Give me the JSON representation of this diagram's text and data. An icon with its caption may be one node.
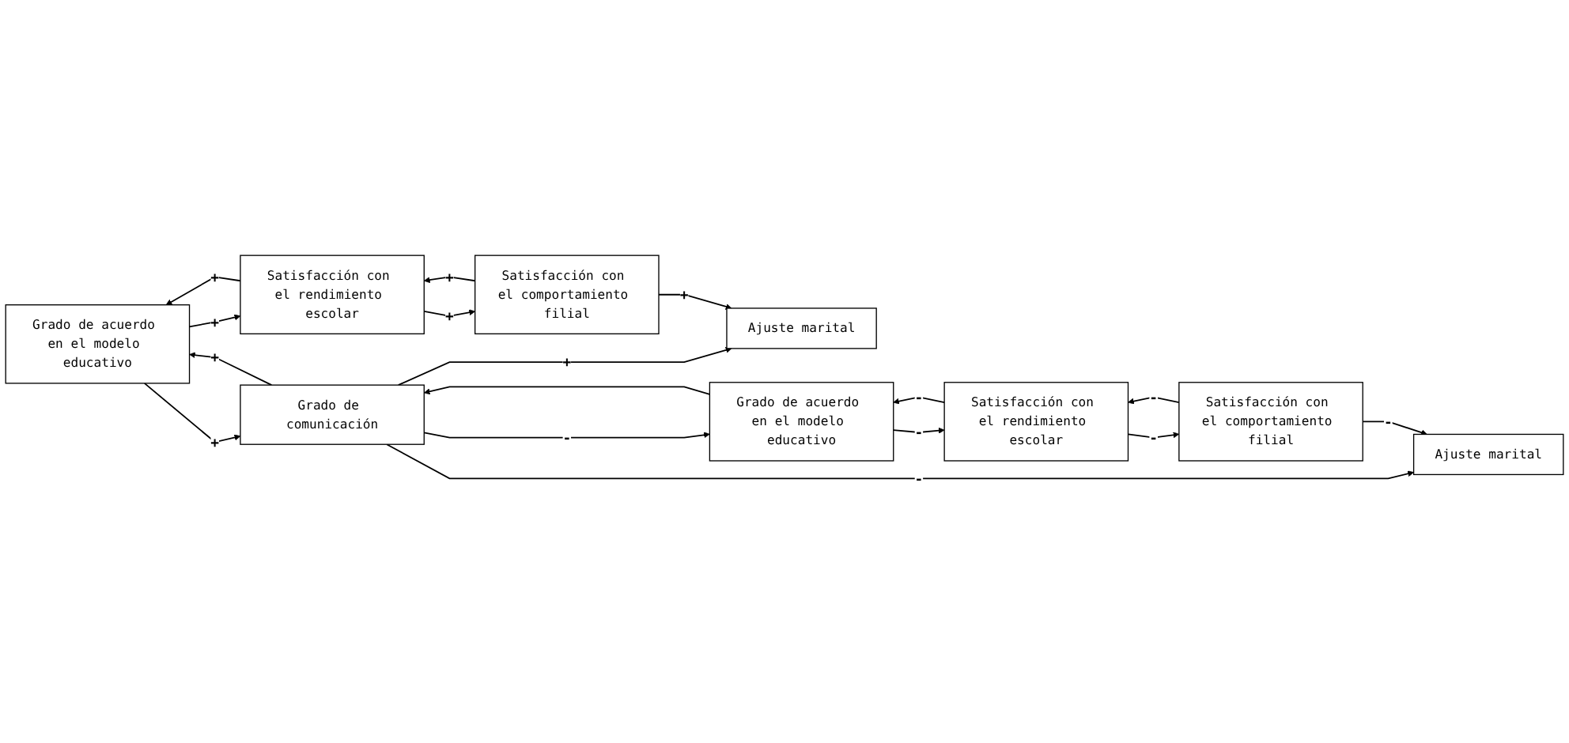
{
  "diagram": {
    "nodes": [
      {
        "text": [
          "Grado de acuerdo en el modelo educativo"
        ]
      },
      {
        "text": [
          "Satisfacción con el rendimiento escolar"
        ]
      },
      {
        "text": [
          "Satisfacción con el comportamiento filial"
        ]
      },
      {
        "text": [
          "Grado de comunicación"
        ]
      },
      {
        "text": [
          "Ajuste marital"
        ]
      },
      {
        "text": [
          "Ajuste marital"
        ]
      },
      {
        "text": [
          "Grado de acuerdo en el modelo educativo"
        ]
      },
      {
        "text": [
          "Satisfacción con el rendimiento escolar"
        ]
      },
      {
        "text": [
          "Satisfacción con el comportamiento filial"
        ]
      }
    ],
    "edges": [
      {
        "from": 1,
        "to": 0,
        "arrow": "to",
        "label": "+"
      },
      {
        "from": 0,
        "to": 1,
        "arrow": "to",
        "label": "+"
      },
      {
        "from": 2,
        "to": 1,
        "arrow": "to",
        "label": "+"
      },
      {
        "from": 1,
        "to": 2,
        "arrow": "to",
        "label": "+"
      },
      {
        "from": 0,
        "to": 3,
        "arrow": "to",
        "label": "+"
      },
      {
        "from": 3,
        "to": 0,
        "arrow": "to",
        "label": "+"
      },
      {
        "from": 3,
        "to": 4,
        "arrow": "to",
        "label": "+"
      },
      {
        "from": 2,
        "to": 4,
        "arrow": "to",
        "label": "+"
      },
      {
        "from": 3,
        "to": 5,
        "arrow": "to",
        "label": "-"
      },
      {
        "from": 8,
        "to": 5,
        "arrow": "to",
        "label": "-"
      },
      {
        "from": 3,
        "to": 6,
        "arrow": "to",
        "label": "-"
      },
      {
        "from": 6,
        "to": 3,
        "arrow": "to"
      },
      {
        "from": 7,
        "to": 6,
        "arrow": "to",
        "label": "-"
      },
      {
        "from": 6,
        "to": 7,
        "arrow": "to",
        "label": "-"
      },
      {
        "from": 8,
        "to": 7,
        "arrow": "to",
        "label": "-"
      },
      {
        "from": 7,
        "to": 8,
        "arrow": "to",
        "label": "-"
      }
    ]
  }
}
